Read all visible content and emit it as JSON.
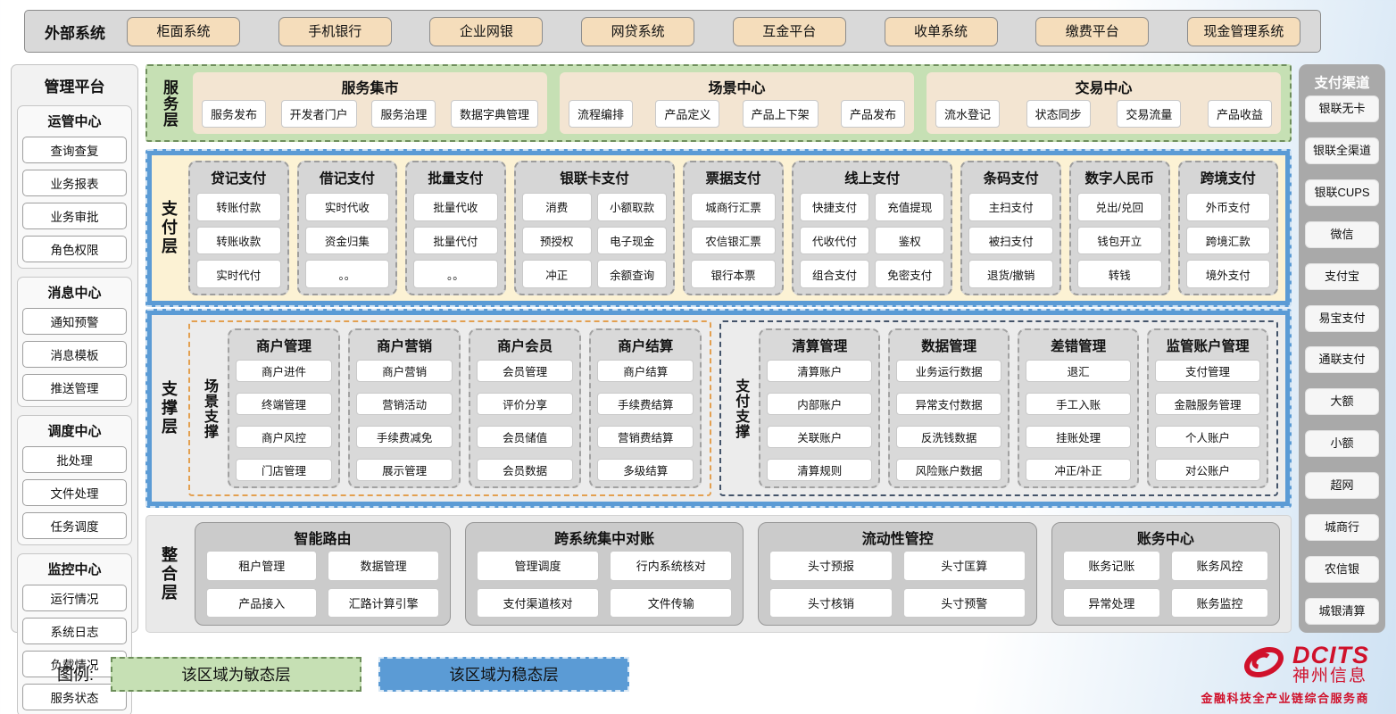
{
  "external": {
    "label": "外部系统",
    "systems": [
      "柜面系统",
      "手机银行",
      "企业网银",
      "网贷系统",
      "互金平台",
      "收单系统",
      "缴费平台",
      "现金管理系统"
    ]
  },
  "management": {
    "title": "管理平台",
    "groups": [
      {
        "title": "运管中心",
        "items": [
          "查询查复",
          "业务报表",
          "业务审批",
          "角色权限"
        ]
      },
      {
        "title": "消息中心",
        "items": [
          "通知预警",
          "消息模板",
          "推送管理"
        ]
      },
      {
        "title": "调度中心",
        "items": [
          "批处理",
          "文件处理",
          "任务调度"
        ]
      },
      {
        "title": "监控中心",
        "items": [
          "运行情况",
          "系统日志",
          "负载情况",
          "服务状态"
        ]
      }
    ]
  },
  "service_layer": {
    "label": "服务层",
    "panels": [
      {
        "title": "服务集市",
        "items": [
          "服务发布",
          "开发者门户",
          "服务治理",
          "数据字典管理"
        ]
      },
      {
        "title": "场景中心",
        "items": [
          "流程编排",
          "产品定义",
          "产品上下架",
          "产品发布"
        ]
      },
      {
        "title": "交易中心",
        "items": [
          "流水登记",
          "状态同步",
          "交易流量",
          "产品收益"
        ]
      }
    ]
  },
  "payment_layer": {
    "label": "支付层",
    "columns": [
      {
        "title": "贷记支付",
        "items": [
          "转账付款",
          "转账收款",
          "实时代付"
        ]
      },
      {
        "title": "借记支付",
        "items": [
          "实时代收",
          "资金归集",
          "。。"
        ]
      },
      {
        "title": "批量支付",
        "items": [
          "批量代收",
          "批量代付",
          "。。"
        ]
      },
      {
        "title": "银联卡支付",
        "items": [
          "消费",
          "小额取款",
          "预授权",
          "电子现金",
          "冲正",
          "余额查询"
        ]
      },
      {
        "title": "票据支付",
        "items": [
          "城商行汇票",
          "农信银汇票",
          "银行本票"
        ]
      },
      {
        "title": "线上支付",
        "items": [
          "快捷支付",
          "充值提现",
          "代收代付",
          "鉴权",
          "组合支付",
          "免密支付"
        ]
      },
      {
        "title": "条码支付",
        "items": [
          "主扫支付",
          "被扫支付",
          "退货/撤销"
        ]
      },
      {
        "title": "数字人民币",
        "items": [
          "兑出/兑回",
          "钱包开立",
          "转钱"
        ]
      },
      {
        "title": "跨境支付",
        "items": [
          "外币支付",
          "跨境汇款",
          "境外支付"
        ]
      }
    ]
  },
  "support_layer": {
    "label": "支撑层",
    "sections": [
      {
        "label": "场景支撑",
        "columns": [
          {
            "title": "商户管理",
            "items": [
              "商户进件",
              "终端管理",
              "商户风控",
              "门店管理"
            ]
          },
          {
            "title": "商户营销",
            "items": [
              "商户营销",
              "营销活动",
              "手续费减免",
              "展示管理"
            ]
          },
          {
            "title": "商户会员",
            "items": [
              "会员管理",
              "评价分享",
              "会员储值",
              "会员数据"
            ]
          },
          {
            "title": "商户结算",
            "items": [
              "商户结算",
              "手续费结算",
              "营销费结算",
              "多级结算"
            ]
          }
        ]
      },
      {
        "label": "支付支撑",
        "columns": [
          {
            "title": "清算管理",
            "items": [
              "清算账户",
              "内部账户",
              "关联账户",
              "清算规则"
            ]
          },
          {
            "title": "数据管理",
            "items": [
              "业务运行数据",
              "异常支付数据",
              "反洗钱数据",
              "风险账户数据"
            ]
          },
          {
            "title": "差错管理",
            "items": [
              "退汇",
              "手工入账",
              "挂账处理",
              "冲正/补正"
            ]
          },
          {
            "title": "监管账户管理",
            "items": [
              "支付管理",
              "金融服务管理",
              "个人账户",
              "对公账户"
            ]
          }
        ]
      }
    ]
  },
  "integration_layer": {
    "label": "整合层",
    "panels": [
      {
        "title": "智能路由",
        "items": [
          "租户管理",
          "数据管理",
          "产品接入",
          "汇路计算引擎"
        ]
      },
      {
        "title": "跨系统集中对账",
        "items": [
          "管理调度",
          "行内系统核对",
          "支付渠道核对",
          "文件传输"
        ]
      },
      {
        "title": "流动性管控",
        "items": [
          "头寸预报",
          "头寸匡算",
          "头寸核销",
          "头寸预警"
        ]
      },
      {
        "title": "账务中心",
        "items": [
          "账务记账",
          "账务风控",
          "异常处理",
          "账务监控"
        ]
      }
    ]
  },
  "channels": {
    "title": "支付渠道",
    "items": [
      "银联无卡",
      "银联全渠道",
      "银联CUPS",
      "微信",
      "支付宝",
      "易宝支付",
      "通联支付",
      "大额",
      "小额",
      "超网",
      "城商行",
      "农信银",
      "城银清算"
    ]
  },
  "legend": {
    "label": "图例:",
    "agile_label": "该区域为敏态层",
    "stable_label": "该区域为稳态层"
  },
  "logo": {
    "brand": "DCITS",
    "company": "神州信息",
    "tagline": "金融科技全产业链综合服务商"
  },
  "colors": {
    "agile_green": "#c6e0b4",
    "stable_blue": "#5b9bd5",
    "payment_cream": "#fcf2d4",
    "panel_cream": "#f3e5d2",
    "column_gray": "#d6d6d6",
    "scene_orange": "#e3a050",
    "pay_support_navy": "#44546a",
    "external_tan": "#f5ddbb",
    "brand_red": "#d0112b"
  }
}
